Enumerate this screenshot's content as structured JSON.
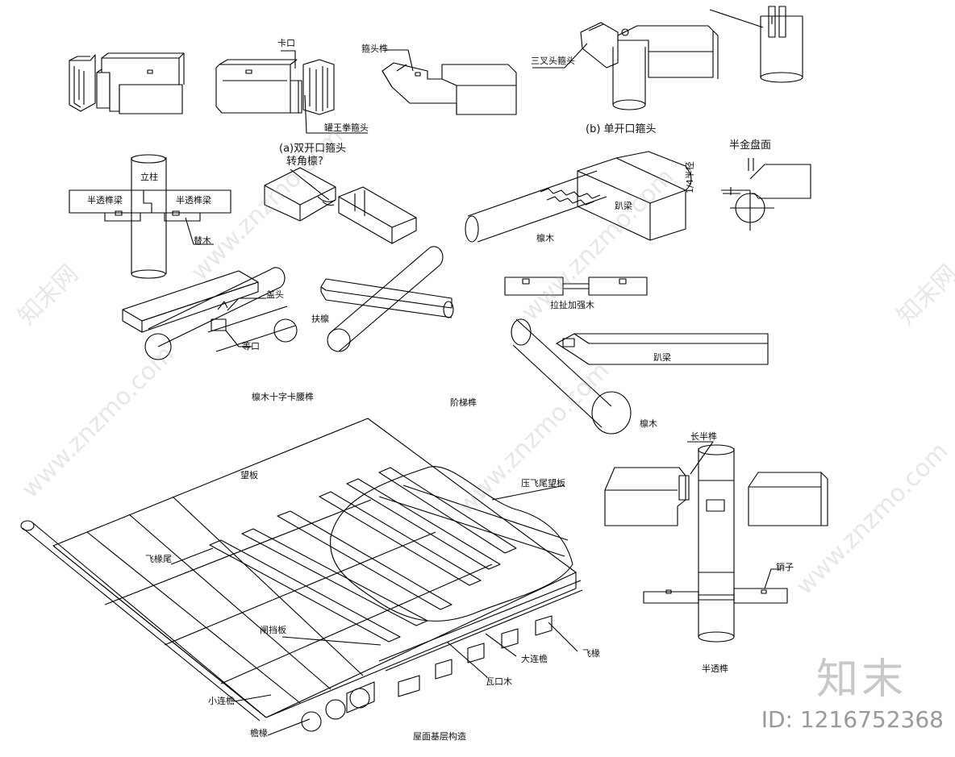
{
  "labels": {
    "ka_kou": "卡口",
    "guan_shou_gu_tou": "罐王拳箍头",
    "a_caption": "(a)双开口箍头",
    "gu_tou_sun": "箍头榫",
    "san_cha_tou_gu_tou": "三叉头箍头",
    "b_caption": "(b) 单开口箍头",
    "li_zhu": "立柱",
    "ban_tou_sun_liang_left": "半透榫梁",
    "ban_tou_sun_liang_right": "半透榫梁",
    "ti_mu": "替木",
    "zhuan_jiao_lin": "转角檩?",
    "ban_jin_pan_mian": "半金盘面",
    "quarter_radius": "1/4半径",
    "lin_mu_1": "檩木",
    "tuo_liang_1": "趴梁",
    "gai_tou": "盖头",
    "deng_kou": "等口",
    "lin_cross_caption": "檩木十字卡腰榫",
    "fu_lin": "扶檩",
    "la_jia_ding_mu": "拉扯加强木",
    "jie_lin_sun": "阶梯榫",
    "tuo_liang_2": "趴梁",
    "lin_mu_2": "檩木",
    "wang_ban_1": "望板",
    "ya_fei_wei_wang_ban": "压飞尾望板",
    "fei_chuan_wei": "飞椽尾",
    "zha_dang_ban": "闸挡板",
    "xiao_lian_yan": "小连檐",
    "yan_chuan": "檐椽",
    "da_lian_yan": "大连檐",
    "wa_kou_mu": "瓦口木",
    "fei_chuan": "飞椽",
    "roof_caption": "屋面基层构造",
    "chang_ban_sun": "长半榫",
    "xiao_zi": "销子",
    "ban_tou_sun": "半透榫"
  },
  "watermark": {
    "brand_cn": "知末",
    "id_text": "ID: 1216752368",
    "site": "www.znzmo.com",
    "cn_mark": "知末网"
  }
}
